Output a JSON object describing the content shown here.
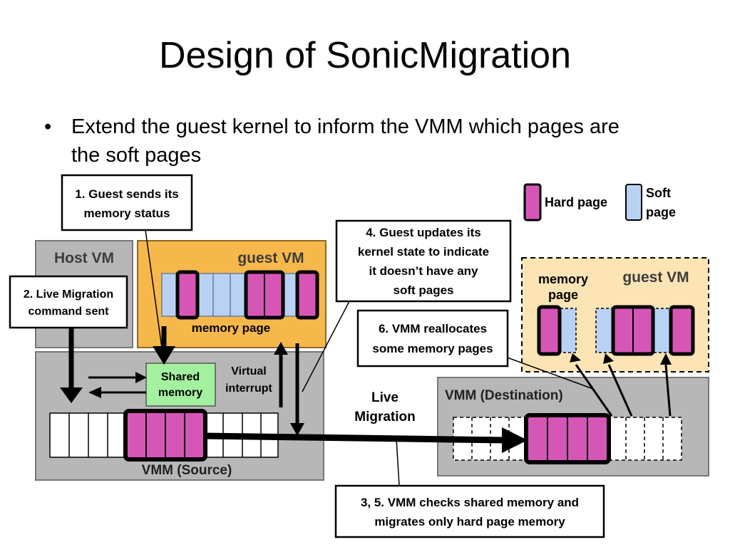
{
  "slide": {
    "title": "Design of SonicMigration",
    "bullet_marker": "•",
    "bullet_line1": "Extend the guest kernel to inform the VMM which pages are",
    "bullet_line2": "the soft pages"
  },
  "legend": {
    "hard": "Hard page",
    "soft_line1": "Soft",
    "soft_line2": "page"
  },
  "source": {
    "host_vm": "Host VM",
    "guest_vm": "guest VM",
    "memory_page": "memory page",
    "shared_line1": "Shared",
    "shared_line2": "memory",
    "virtual_line1": "Virtual",
    "virtual_line2": "interrupt",
    "vmm": "VMM (Source)"
  },
  "destination": {
    "guest_vm": "guest VM",
    "memory_line1": "memory",
    "memory_line2": "page",
    "vmm": "VMM (Destination)"
  },
  "live_migration": {
    "line1": "Live",
    "line2": "Migration"
  },
  "callouts": {
    "step1_line1": "1. Guest sends its",
    "step1_line2": "memory status",
    "step2_line1": "2. Live Migration",
    "step2_line2": "command sent",
    "step4_line1": "4. Guest updates its",
    "step4_line2": "kernel state to indicate",
    "step4_line3": "it doesn’t have any",
    "step4_line4": "soft pages",
    "step6_line1": "6. VMM reallocates",
    "step6_line2": "some memory pages",
    "step35_line1": "3, 5. VMM checks shared memory and",
    "step35_line2": "migrates only hard page memory"
  },
  "colors": {
    "hard_page": "#d656b6",
    "soft_page": "#b9d2f4",
    "guest_vm_bg": "#f6b84a",
    "dest_guest_bg": "#fde4b4",
    "vm_gray": "#b7b7b7",
    "shared_memory": "#a3f09e"
  }
}
